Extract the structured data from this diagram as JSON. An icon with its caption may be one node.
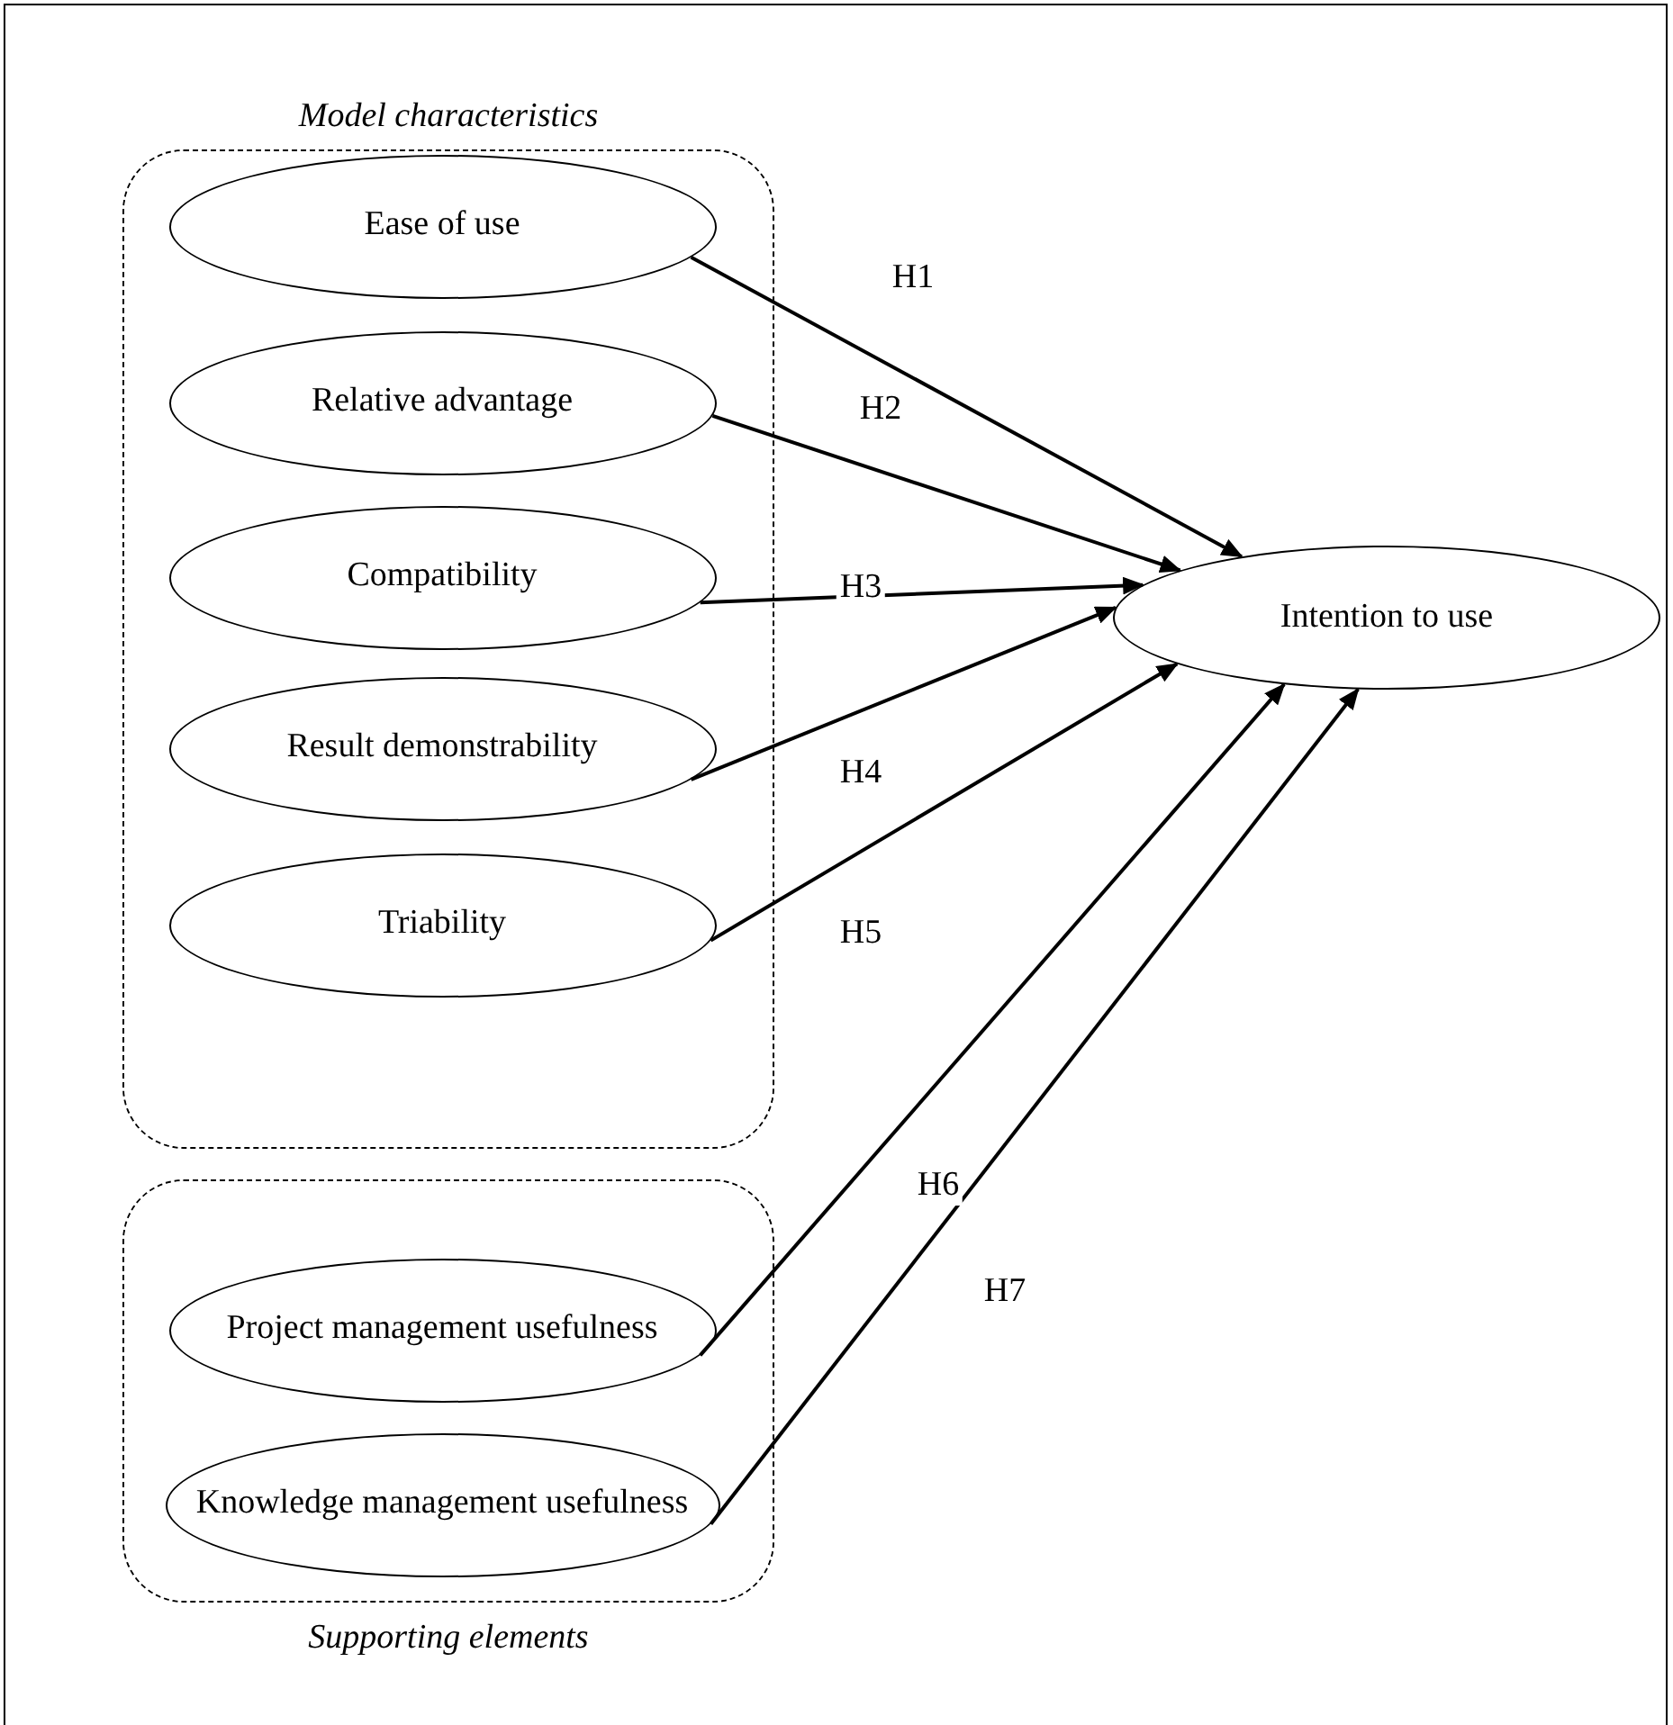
{
  "diagram": {
    "nodes": [
      {
        "text": [
          "Model characteristics"
        ]
      },
      {
        "text": [
          "Ease of use"
        ],
        "in": 0
      },
      {
        "text": [
          "Relative advantage"
        ],
        "in": 0
      },
      {
        "text": [
          "Compatibility"
        ],
        "in": 0
      },
      {
        "text": [
          "Result demonstrability"
        ],
        "in": 0
      },
      {
        "text": [
          "Triability"
        ],
        "in": 0
      },
      {
        "text": [
          "Supporting elements"
        ]
      },
      {
        "text": [
          "Project management usefulness"
        ],
        "in": 6
      },
      {
        "text": [
          "Knowledge management usefulness"
        ],
        "in": 6
      },
      {
        "text": [
          "Intention to use"
        ]
      }
    ],
    "edges": [
      {
        "from": 1,
        "to": 9,
        "arrow": "to",
        "label": "H1"
      },
      {
        "from": 2,
        "to": 9,
        "arrow": "to",
        "label": "H2"
      },
      {
        "from": 3,
        "to": 9,
        "arrow": "to",
        "label": "H3"
      },
      {
        "from": 4,
        "to": 9,
        "arrow": "to",
        "label": "H4"
      },
      {
        "from": 5,
        "to": 9,
        "arrow": "to",
        "label": "H5"
      },
      {
        "from": 7,
        "to": 9,
        "arrow": "to",
        "label": "H6"
      },
      {
        "from": 8,
        "to": 9,
        "arrow": "to",
        "label": "H7"
      }
    ]
  }
}
